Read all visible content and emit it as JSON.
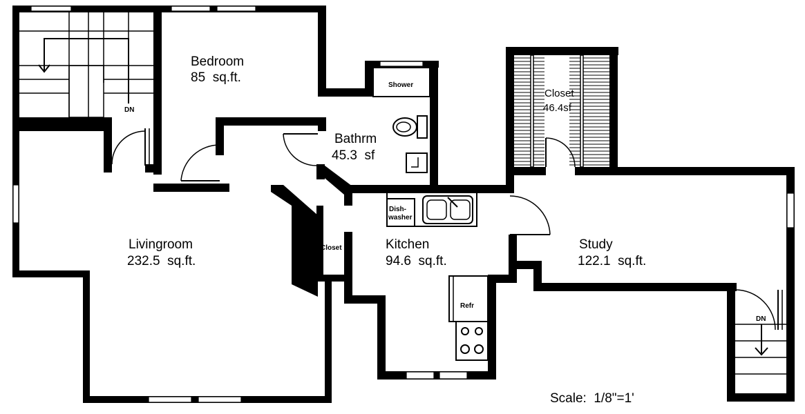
{
  "rooms": {
    "bedroom": {
      "name": "Bedroom",
      "area": "85  sq.ft."
    },
    "bathroom": {
      "name": "Bathrm",
      "area": "45.3  sf"
    },
    "closet_right": {
      "name": "Closet",
      "area": "46.4sf"
    },
    "livingroom": {
      "name": "Livingroom",
      "area": "232.5  sq.ft."
    },
    "kitchen": {
      "name": "Kitchen",
      "area": "94.6  sq.ft."
    },
    "study": {
      "name": "Study",
      "area": "122.1  sq.ft."
    }
  },
  "fixtures": {
    "shower": "Shower",
    "dishwasher_line1": "Dish-",
    "dishwasher_line2": "washer",
    "refrigerator": "Refr",
    "hall_closet": "Closet"
  },
  "stairs": {
    "left_label": "DN",
    "right_label": "DN"
  },
  "scale": "Scale:  1/8\"=1'"
}
